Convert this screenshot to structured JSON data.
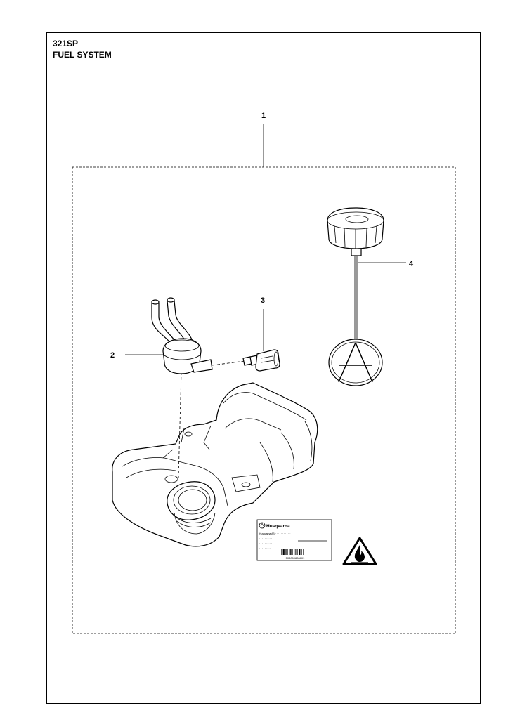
{
  "header": {
    "model": "321SP",
    "section": "FUEL SYSTEM"
  },
  "callouts": [
    "1",
    "2",
    "3",
    "4"
  ],
  "label": {
    "brand": "Husqvarna",
    "lines": [
      "Husqvarna AB · · · · · · · · · · ·",
      "· · · · · · · · ·",
      "· · · · · · · · · ·",
      "· · · · · · · ·"
    ],
    "serial": "503050880801"
  },
  "icons": [
    "flammable-warning-icon",
    "husqvarna-logo-icon"
  ]
}
